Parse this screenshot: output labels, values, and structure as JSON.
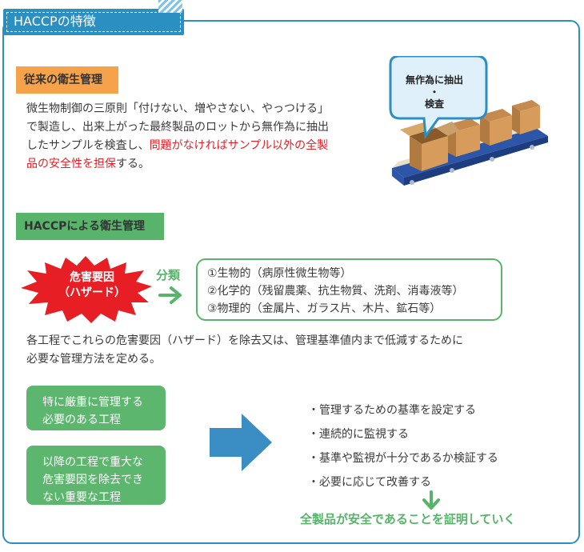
{
  "title": "HACCPの特徴",
  "traditional": {
    "label": "従来の衛生管理",
    "line1": "微生物制御の三原則「付けない、増やさない、やっつける」",
    "line2": "で製造し、出来上がった最終製品のロットから無作為に抽出",
    "line3_a": "したサンプルを検査し、",
    "line3_b": "問題がなければサンプル以外の全製",
    "line4_a": "品の安全性を担保",
    "line4_b": "する。",
    "bubble_line1": "無作為に抽出",
    "bubble_line2": "・",
    "bubble_line3": "検査"
  },
  "haccp": {
    "label": "HACCPによる衛生管理",
    "hazard_line1": "危害要因",
    "hazard_line2": "（ハザード）",
    "classify": "分類",
    "categories": [
      "①生物的（病原性微生物等）",
      "②化学的（残留農薬、抗生物質、洗剤、消毒液等）",
      "③物理的（金属片、ガラス片、木片、鉱石等）"
    ],
    "desc_line1": "各工程でこれらの危害要因（ハザード）を除去又は、管理基準値内まで低減するために",
    "desc_line2": "必要な管理方法を定める。",
    "box1_line1": "特に厳重に管理する",
    "box1_line2": "必要のある工程",
    "box2_line1": "以降の工程で重大な",
    "box2_line2": "危害要因を除去でき",
    "box2_line3": "ない重要な工程",
    "steps": [
      "・管理するための基準を設定する",
      "・連続的に監視する",
      "・基準や監視が十分であるか検証する",
      "・必要に応じて改善する"
    ],
    "conclusion": "全製品が安全であることを証明していく"
  },
  "colors": {
    "frame": "#2b8fc2",
    "orange": "#f5a24a",
    "green": "#57b46a",
    "red": "#e21f26",
    "arrow_blue": "#3a8ec3"
  }
}
